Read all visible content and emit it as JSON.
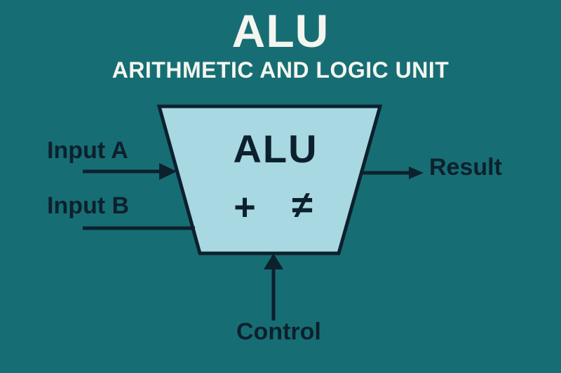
{
  "header": {
    "title": "ALU",
    "subtitle": "ARITHMETIC AND LOGIC UNIT"
  },
  "diagram": {
    "unit_label": "ALU",
    "operators": {
      "plus": "+",
      "not_equal": "≠"
    },
    "inputs": [
      {
        "label": "Input A"
      },
      {
        "label": "Input B"
      }
    ],
    "output": {
      "label": "Result"
    },
    "control": {
      "label": "Control"
    }
  },
  "colors": {
    "background": "#166E74",
    "shape_fill": "#A8D8E2",
    "ink": "#0D202D",
    "heading_text": "#F5F5F0"
  }
}
